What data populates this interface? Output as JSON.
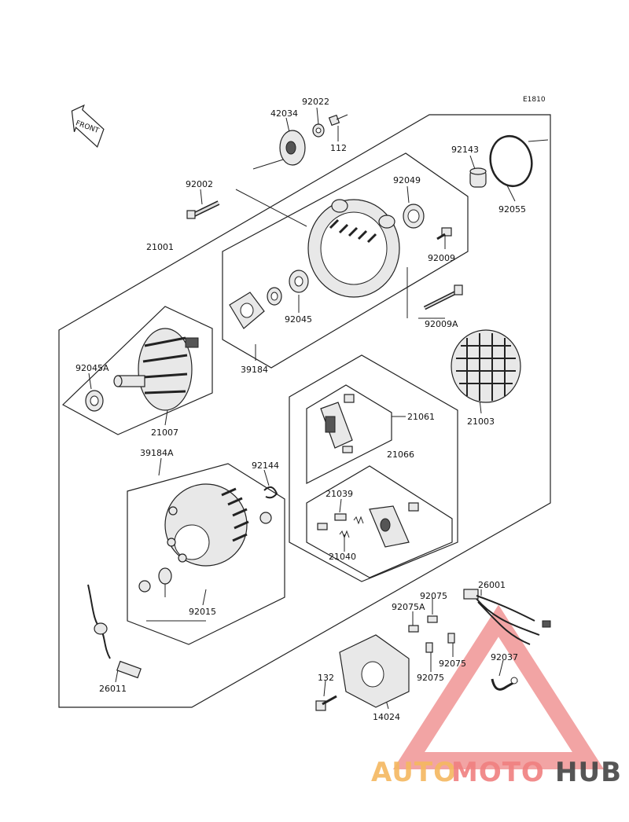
{
  "diagram_code": "E1810",
  "front_label": "FRONT",
  "parts": {
    "p42034": "42034",
    "p92022": "92022",
    "p112": "112",
    "p92143": "92143",
    "p92055": "92055",
    "p92002": "92002",
    "p92049": "92049",
    "p92009": "92009",
    "p21001": "21001",
    "p92045": "92045",
    "p92009A": "92009A",
    "p39184": "39184",
    "p92045A": "92045A",
    "p21007": "21007",
    "p21003": "21003",
    "p21061": "21061",
    "p21066": "21066",
    "p39184A": "39184A",
    "p92144": "92144",
    "p21039": "21039",
    "p21040": "21040",
    "p92015": "92015",
    "p26001": "26001",
    "p92075a": "92075",
    "p92075A": "92075A",
    "p92075b": "92075",
    "p92037": "92037",
    "p92075c": "92075",
    "p132": "132",
    "p26011": "26011",
    "p14024": "14024"
  },
  "watermark": {
    "part1": "AUTO",
    "part2": "MOTO",
    "part3": "HUB",
    "colors": {
      "auto": "#f5b860",
      "moto": "#f08080",
      "hub": "#444444",
      "triangle": "#e85a5a"
    }
  }
}
